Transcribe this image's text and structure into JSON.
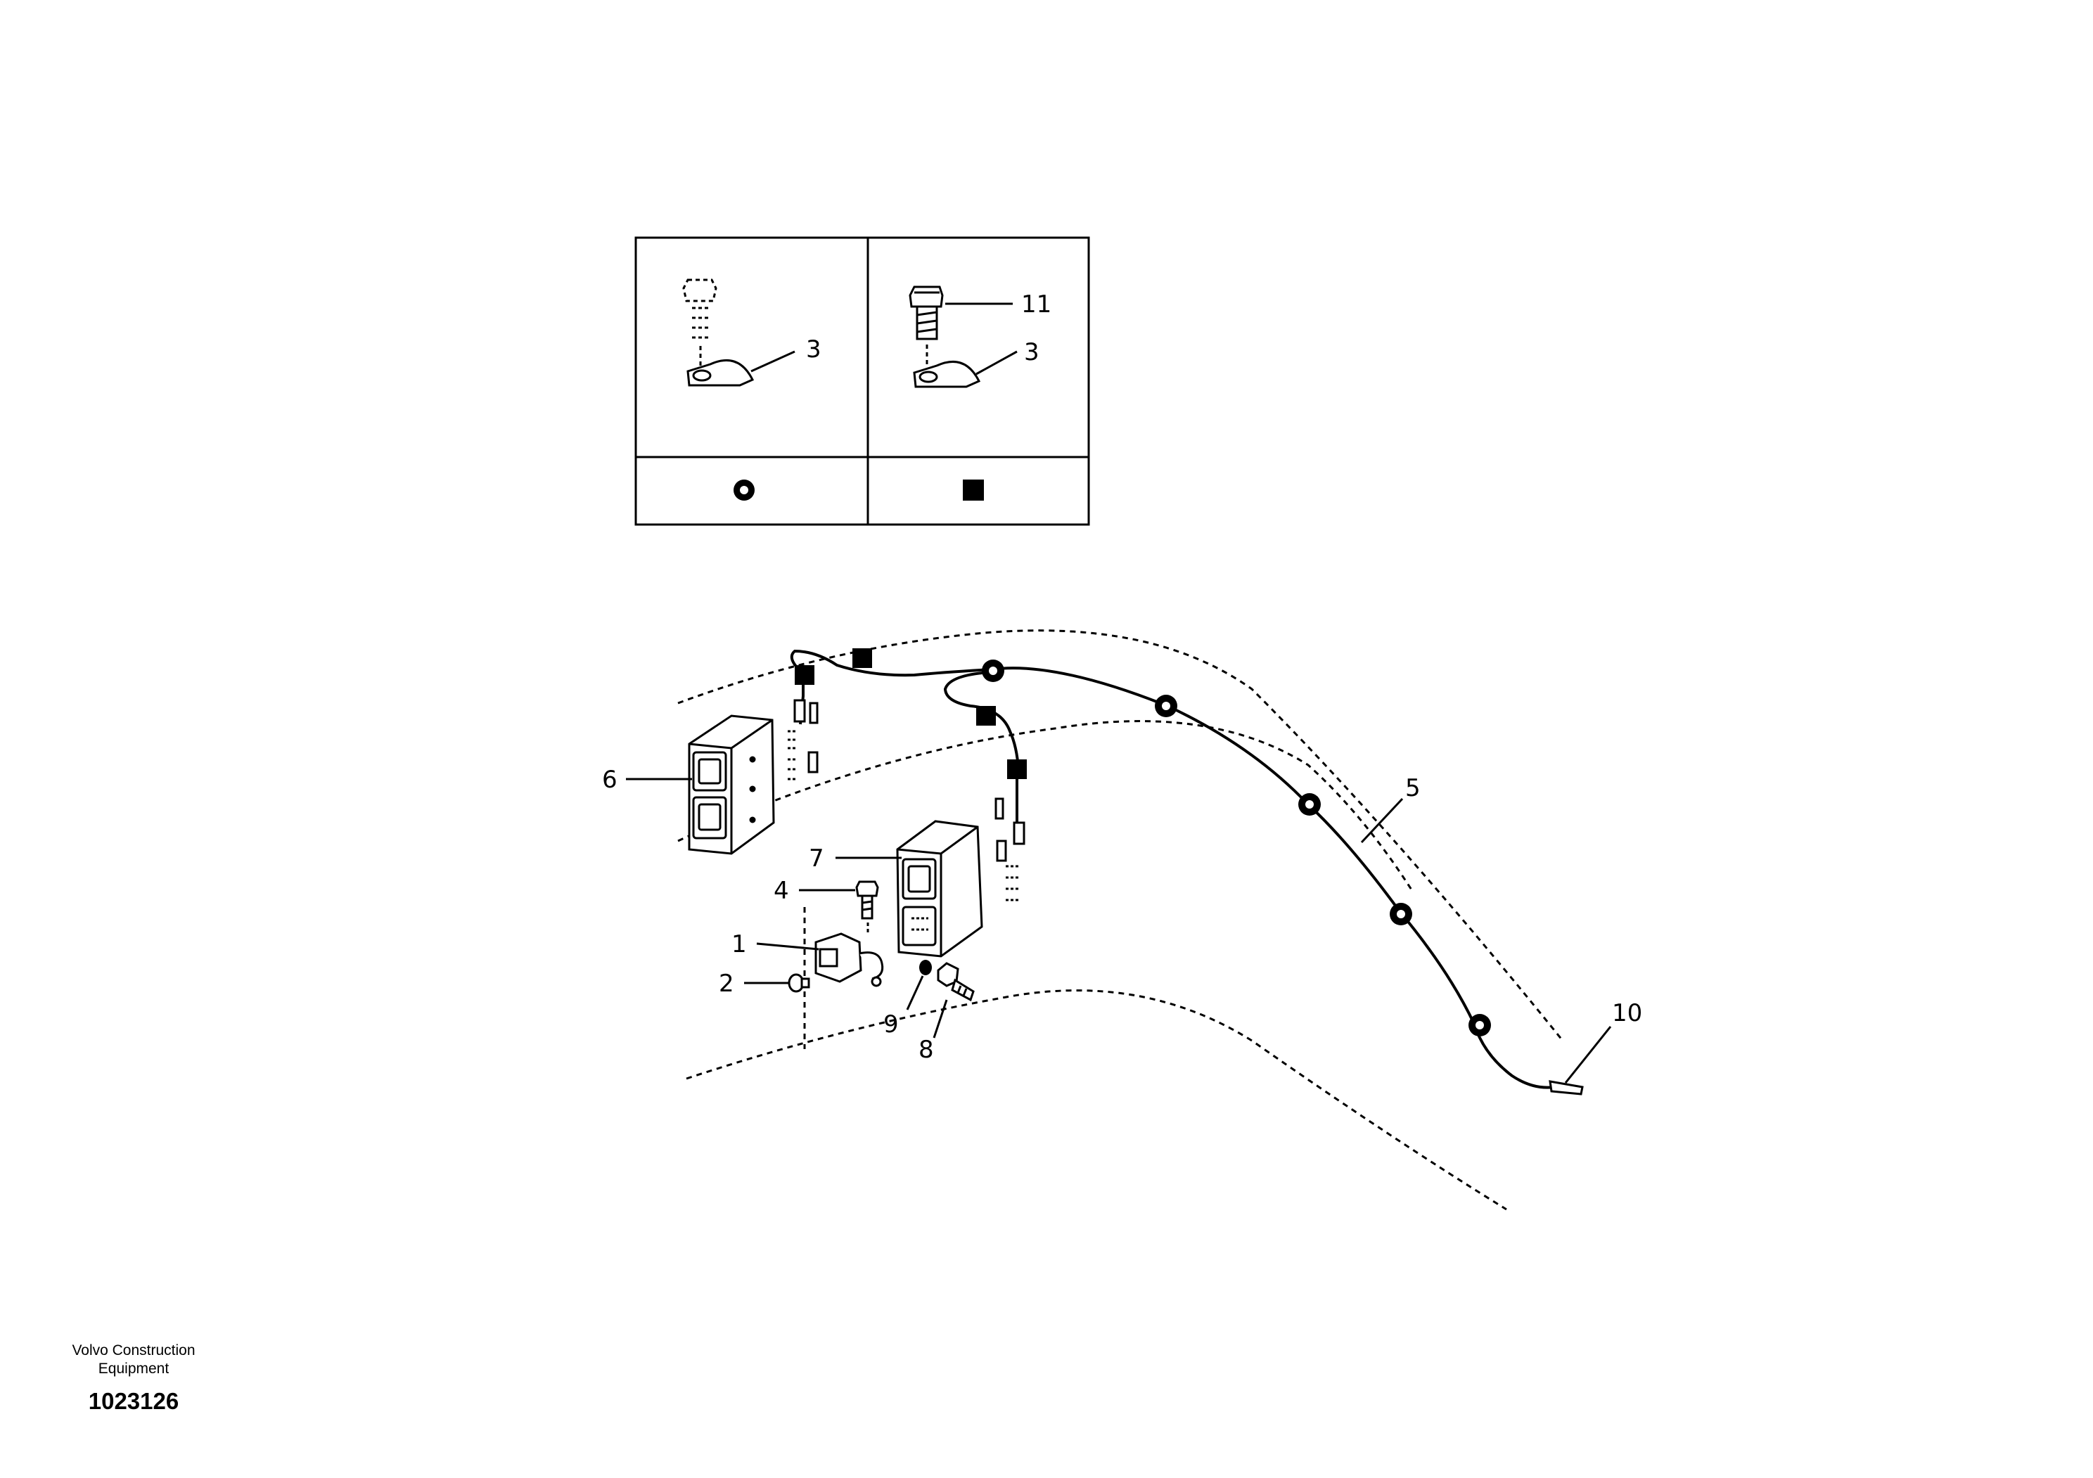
{
  "callouts": {
    "c1": "1",
    "c2": "2",
    "c3a": "3",
    "c3b": "3",
    "c4": "4",
    "c5": "5",
    "c6": "6",
    "c7": "7",
    "c8": "8",
    "c9": "9",
    "c10": "10",
    "c11": "11"
  },
  "legend": {
    "left_symbol": "circle-clip-marker",
    "right_symbol": "square-clip-marker"
  },
  "footer": {
    "company": "Volvo Construction Equipment",
    "drawing_number": "1023126"
  }
}
